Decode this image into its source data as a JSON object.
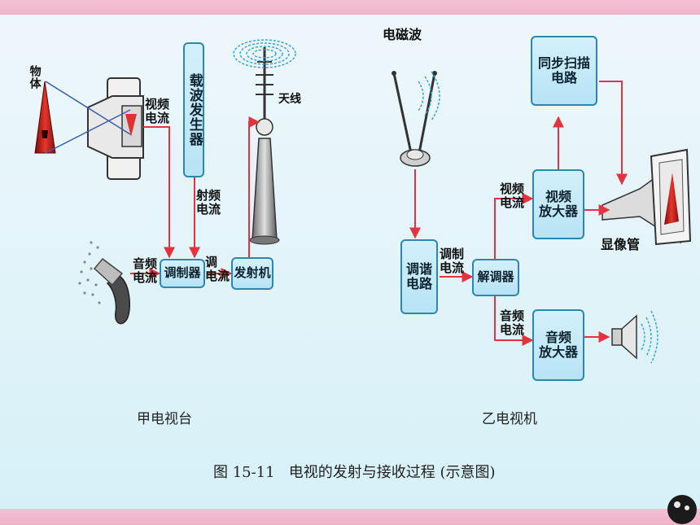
{
  "transmitter": {
    "object_label": "物体",
    "video_current": "视频\n电流",
    "carrier_generator": "载波发生器",
    "antenna_label": "天线",
    "rf_current": "射频\n电流",
    "audio_current": "音频\n电流",
    "modulator": "调制器",
    "modulated_current": "调\n电流",
    "transmitter_box": "发射机",
    "caption": "甲电视台"
  },
  "receiver": {
    "em_wave_label": "电磁波",
    "sync_scan_circuit": "同步扫描\n电路",
    "tuner_circuit": "调谐\n电路",
    "modulated_current": "调制\n电流",
    "demodulator": "解调器",
    "video_current": "视频\n电流",
    "video_amplifier": "视频\n放大器",
    "crt_label": "显像管",
    "audio_current": "音频\n电流",
    "audio_amplifier": "音频\n放大器",
    "caption": "乙电视机"
  },
  "figure_caption": "图 15-11   电视的发射与接收过程 (示意图)",
  "colors": {
    "arrow": "#e2333f",
    "box_border": "#2c87ad",
    "box_fill": "#c6ebf9",
    "pink": "#f4c0d4"
  }
}
